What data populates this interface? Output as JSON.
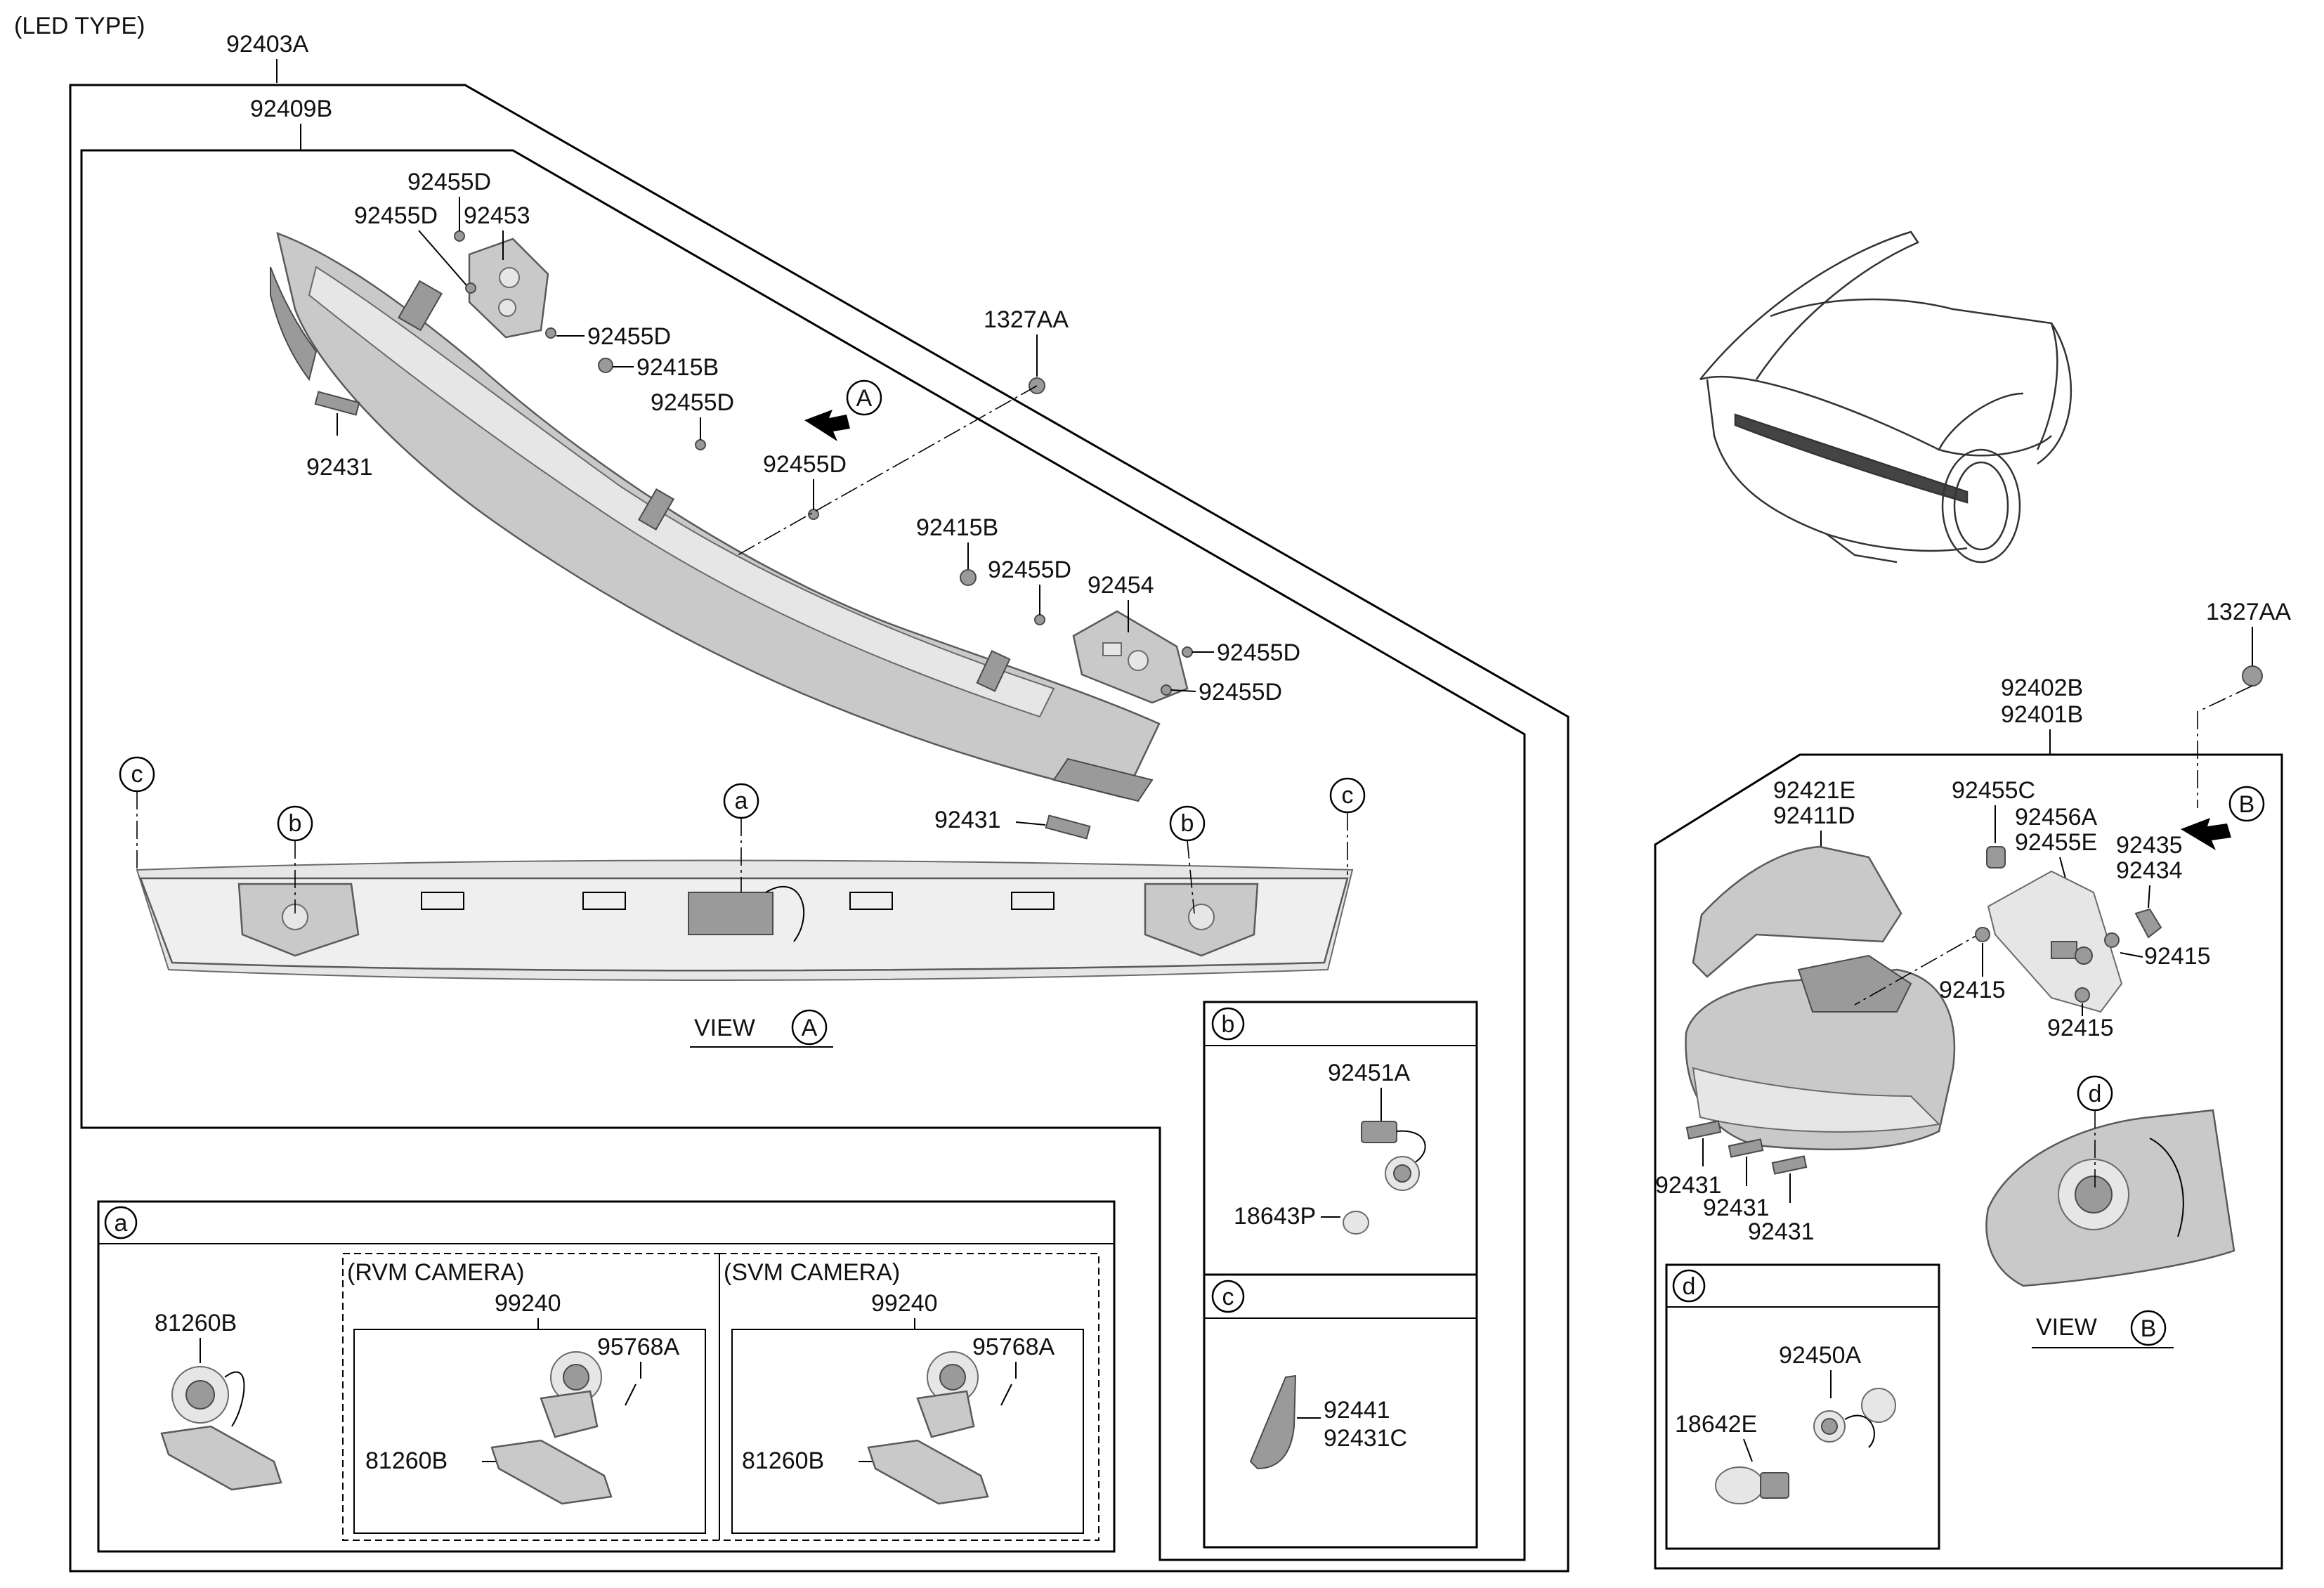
{
  "header": {
    "led_type": "(LED TYPE)"
  },
  "assembly": {
    "top": "92403A",
    "sub": "92409B"
  },
  "center_lamp": {
    "callouts": [
      {
        "text": "92455D"
      },
      {
        "text": "92455D"
      },
      {
        "text": "92453"
      },
      {
        "text": "92455D"
      },
      {
        "text": "92415B"
      },
      {
        "text": "92455D"
      },
      {
        "text": "1327AA"
      },
      {
        "text": "92455D"
      },
      {
        "text": "92431"
      },
      {
        "text": "92415B"
      },
      {
        "text": "92455D"
      },
      {
        "text": "92454"
      },
      {
        "text": "92455D"
      },
      {
        "text": "92455D"
      },
      {
        "text": "92431"
      }
    ],
    "view_arrow_letter": "A"
  },
  "view_a": {
    "markers": [
      "c",
      "b",
      "a",
      "b",
      "c"
    ],
    "caption": "VIEW",
    "caption_letter": "A"
  },
  "detail_a": {
    "tag": "a",
    "part_left": "81260B",
    "rvm": {
      "title": "(RVM CAMERA)",
      "code": "99240",
      "screw": "95768A",
      "bracket": "81260B"
    },
    "svm": {
      "title": "(SVM CAMERA)",
      "code": "99240",
      "screw": "95768A",
      "bracket": "81260B"
    }
  },
  "detail_b": {
    "tag": "b",
    "socket": "92451A",
    "bulb": "18643P"
  },
  "detail_c": {
    "tag": "c",
    "part1": "92441",
    "part2": "92431C"
  },
  "side_lamp": {
    "nut": "1327AA",
    "assy1": "92402B",
    "assy2": "92401B",
    "lens1": "92421E",
    "lens2": "92411D",
    "c1": "92455C",
    "c2": "92456A",
    "c3": "92455E",
    "c4": "92435",
    "c5": "92434",
    "view_arrow_letter": "B",
    "screws": [
      "92415",
      "92415",
      "92415"
    ],
    "pads": [
      "92431",
      "92431",
      "92431"
    ],
    "marker_d": "d",
    "caption": "VIEW",
    "caption_letter": "B"
  },
  "detail_d": {
    "tag": "d",
    "socket": "92450A",
    "bulb": "18642E"
  }
}
